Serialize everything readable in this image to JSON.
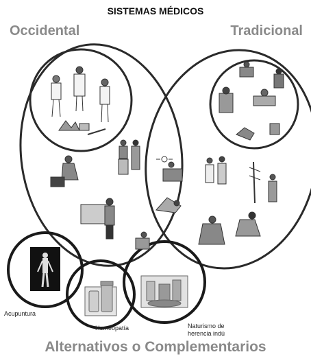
{
  "title": "SISTEMAS MÉDICOS",
  "left_label": "Occidental",
  "right_label": "Tradicional",
  "bottom_label": "Alternativos o Complementarios",
  "small_labels": {
    "acupuntura": "Acupuntura",
    "homeopatia": "Homeopatía",
    "naturismo_line1": "Naturismo de",
    "naturismo_line2": "herencia indú"
  },
  "colors": {
    "heading_gray": "#8a8a8a",
    "outline": "#2a2a2a",
    "background": "#ffffff"
  }
}
